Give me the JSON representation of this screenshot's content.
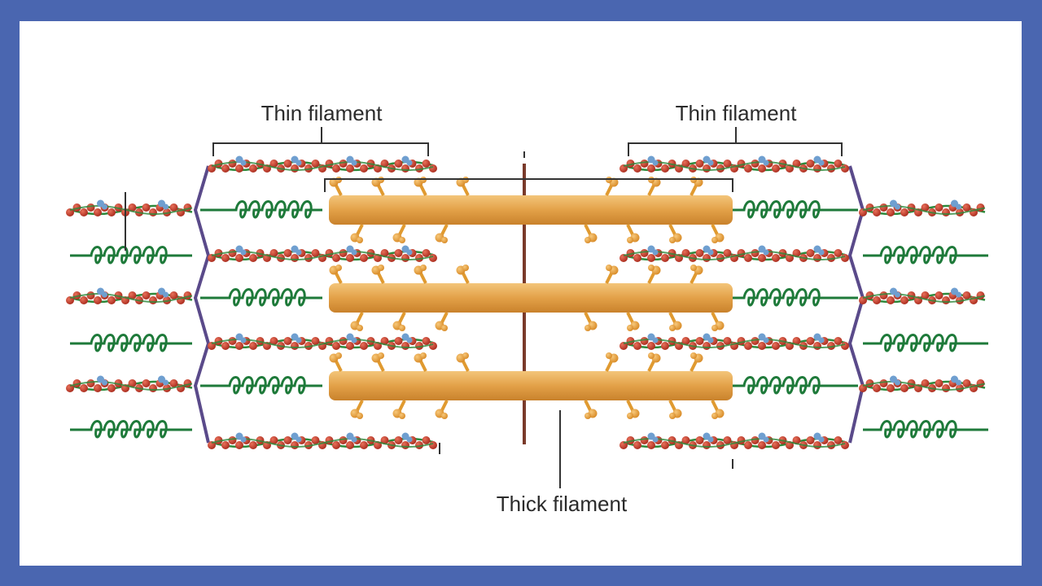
{
  "labels": {
    "thin_filament_left": "Thin filament",
    "thin_filament_right": "Thin filament",
    "thick_filament": "Thick filament"
  },
  "colors": {
    "frame": "#4a66b0",
    "panel": "#ffffff",
    "actin_bead": "#c8402c",
    "tropomyosin": "#2e8a3c",
    "troponin": "#6f9fd0",
    "titin_spring": "#1e7a3a",
    "thick_filament": "#e7a94a",
    "myosin_head": "#e09a30",
    "z_disc": "#5a4a8a",
    "m_line": "#7a3a2a",
    "bracket": "#333333"
  },
  "icons": {
    "actin": "bead-chain-icon",
    "titin": "coil-spring-icon",
    "myosin": "myosin-head-icon"
  }
}
